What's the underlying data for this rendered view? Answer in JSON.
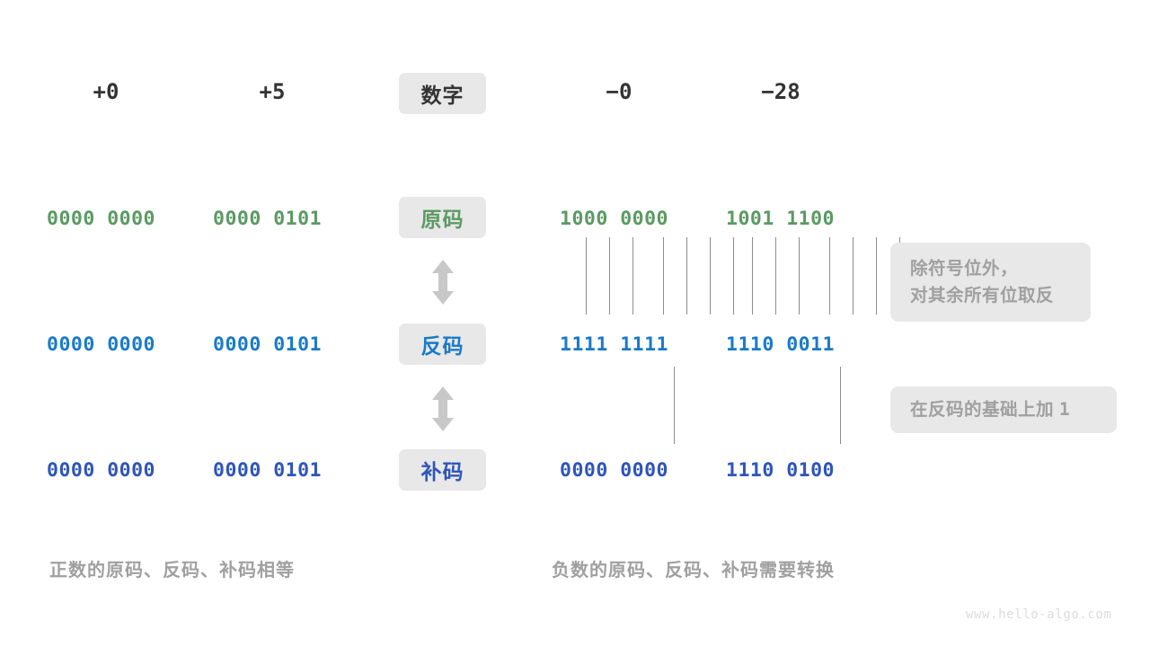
{
  "meta": {
    "watermark": "www.hello-algo.com"
  },
  "colors": {
    "chip_bg": "#e8e8e8",
    "green": "#5b9a63",
    "blue": "#1a7ac8",
    "indigo": "#2f55bb",
    "gray_text": "#a0a0a0",
    "dark_text": "#333333",
    "tick_line": "#8c8c8c",
    "arrow": "#c8c8c8",
    "background": "#ffffff"
  },
  "header": {
    "row_chip_label": "数字",
    "numbers": [
      "+0",
      "+5",
      "−0",
      "−28"
    ]
  },
  "rows": [
    {
      "chip_label": "原码",
      "chip_color": "#5b9a63",
      "value_color": "#5b9a63",
      "values": [
        "0000 0000",
        "0000 0101",
        "1000 0000",
        "1001 1100"
      ]
    },
    {
      "chip_label": "反码",
      "chip_color": "#1a7ac8",
      "value_color": "#1a7ac8",
      "values": [
        "0000 0000",
        "0000 0101",
        "1111 1111",
        "1110 0011"
      ]
    },
    {
      "chip_label": "补码",
      "chip_color": "#2f55bb",
      "value_color": "#2f55bb",
      "values": [
        "0000 0000",
        "0000 0101",
        "0000 0000",
        "1110 0100"
      ]
    }
  ],
  "transitions": [
    {
      "arrow": "double-vertical-arrow",
      "note": "除符号位外，\n对其余所有位取反",
      "note_line1": "除符号位外，",
      "note_line2": "对其余所有位取反",
      "bit_links": [
        2,
        3,
        4,
        5,
        6,
        7,
        8
      ]
    },
    {
      "arrow": "double-vertical-arrow",
      "note_line1": "在反码的基础上加 ",
      "note_number": "1",
      "bit_links": [
        8
      ]
    }
  ],
  "captions": {
    "left": "正数的原码、反码、补码相等",
    "right": "负数的原码、反码、补码需要转换"
  }
}
